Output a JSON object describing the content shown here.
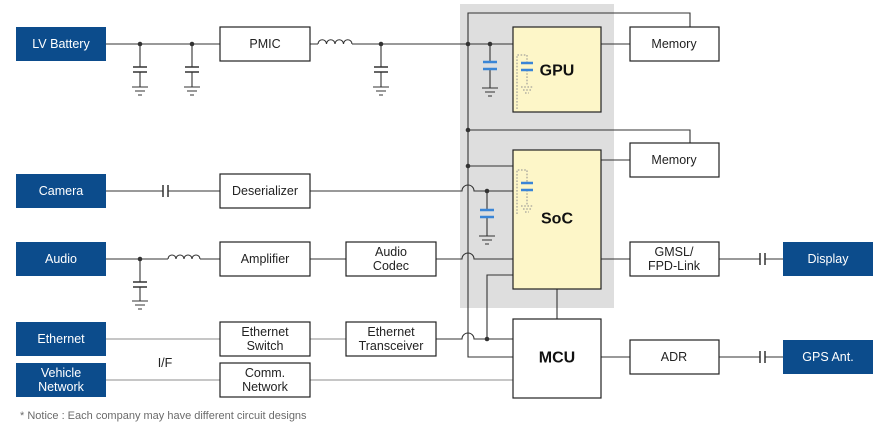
{
  "colors": {
    "source_box": "#0c4c8c",
    "source_text": "#ffffff",
    "block_border": "#222222",
    "block_fill": "#ffffff",
    "processor_fill": "#fdf6c8",
    "group_background": "#dedede",
    "wire": "#333333",
    "data_wire": "#8c8c8c",
    "capacitor_accent": "#3a85d6",
    "notice_text": "#6b6b6b"
  },
  "inputs": {
    "lv_battery": "LV Battery",
    "camera": "Camera",
    "audio": "Audio",
    "ethernet": "Ethernet",
    "vehicle_network": [
      "Vehicle",
      "Network"
    ]
  },
  "blocks": {
    "pmic": "PMIC",
    "deserializer": "Deserializer",
    "amplifier": "Amplifier",
    "audio_codec": [
      "Audio",
      "Codec"
    ],
    "ethernet_switch": [
      "Ethernet",
      "Switch"
    ],
    "ethernet_transceiver": [
      "Ethernet",
      "Transceiver"
    ],
    "comm_network": [
      "Comm.",
      "Network"
    ],
    "gpu": "GPU",
    "soc": "SoC",
    "mcu": "MCU",
    "memory_gpu": "Memory",
    "memory_soc": "Memory",
    "gmsl": [
      "GMSL/",
      "FPD-Link"
    ],
    "adr": "ADR"
  },
  "outputs": {
    "display": "Display",
    "gps_antenna": "GPS Ant."
  },
  "labels": {
    "interface": "I/F"
  },
  "notice": "* Notice : Each company may have different circuit designs"
}
